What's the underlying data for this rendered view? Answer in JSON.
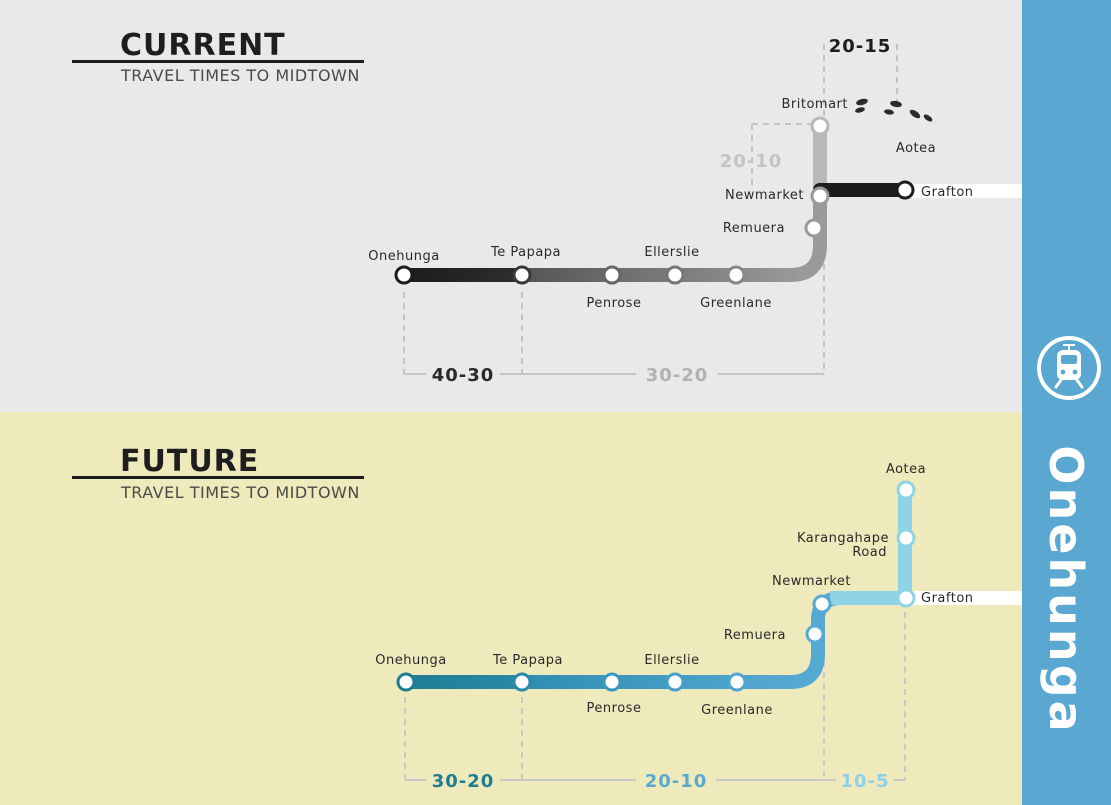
{
  "sidebar": {
    "word": "Onehunga",
    "icon": "train-icon",
    "color": "#5aa8d2"
  },
  "current": {
    "title": "CURRENT",
    "subtitle": "TRAVEL TIMES TO MIDTOWN",
    "stations": {
      "onehunga": "Onehunga",
      "te_papapa": "Te Papapa",
      "penrose": "Penrose",
      "ellerslie": "Ellerslie",
      "greenlane": "Greenlane",
      "remuera": "Remuera",
      "newmarket": "Newmarket",
      "grafton": "Grafton",
      "britomart": "Britomart",
      "aotea": "Aotea"
    },
    "times": {
      "seg1": "40-30",
      "seg2": "30-20",
      "seg3": "20-10",
      "seg4": "20-15"
    },
    "colors": {
      "dark": "#1c1c1c",
      "mid": "#8a8a8a",
      "light": "#b8b8b8",
      "dim": "#c4c4c4"
    }
  },
  "future": {
    "title": "FUTURE",
    "subtitle": "TRAVEL TIMES TO MIDTOWN",
    "stations": {
      "onehunga": "Onehunga",
      "te_papapa": "Te Papapa",
      "penrose": "Penrose",
      "ellerslie": "Ellerslie",
      "greenlane": "Greenlane",
      "remuera": "Remuera",
      "newmarket": "Newmarket",
      "grafton": "Grafton",
      "karangahape_1": "Karangahape",
      "karangahape_2": "Road",
      "aotea": "Aotea"
    },
    "times": {
      "seg1": "30-20",
      "seg2": "20-10",
      "seg3": "10-5"
    },
    "colors": {
      "dark": "#1f7d94",
      "mid": "#4ea6cc",
      "light": "#8fd4e6",
      "seg2": "#5ba9cf",
      "seg3": "#8ed0e6"
    }
  }
}
